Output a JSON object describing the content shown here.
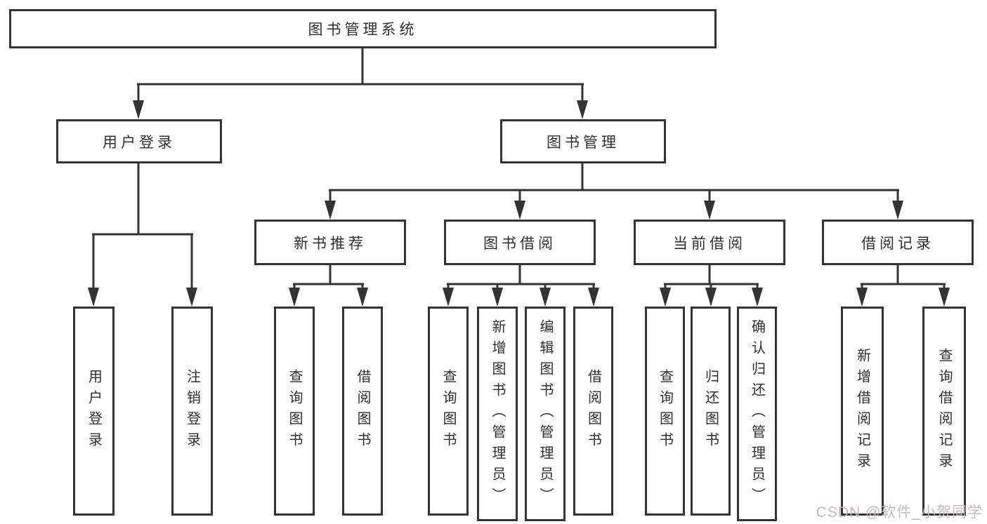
{
  "diagram": {
    "title": "图书管理系统",
    "branches": [
      {
        "label": "用户登录",
        "children": [
          "用户登录",
          "注销登录"
        ]
      },
      {
        "label": "图书管理",
        "children": [
          {
            "label": "新书推荐",
            "children": [
              "查询图书",
              "借阅图书"
            ]
          },
          {
            "label": "图书借阅",
            "children": [
              "查询图书",
              "新增图书（管理员）",
              "编辑图书（管理员）",
              "借阅图书"
            ]
          },
          {
            "label": "当前借阅",
            "children": [
              "查询图书",
              "归还图书",
              "确认归还（管理员）"
            ]
          },
          {
            "label": "借阅记录",
            "children": [
              "新增借阅记录",
              "查询借阅记录"
            ]
          }
        ]
      }
    ]
  },
  "watermark": {
    "text": "CSDN @软件_小贺同学",
    "color": "#c9b4b4"
  },
  "colors": {
    "line": "#333333",
    "box_border": "#333333",
    "box_fill": "#ffffff",
    "text": "#2f2f2f",
    "background": "#ffffff"
  }
}
